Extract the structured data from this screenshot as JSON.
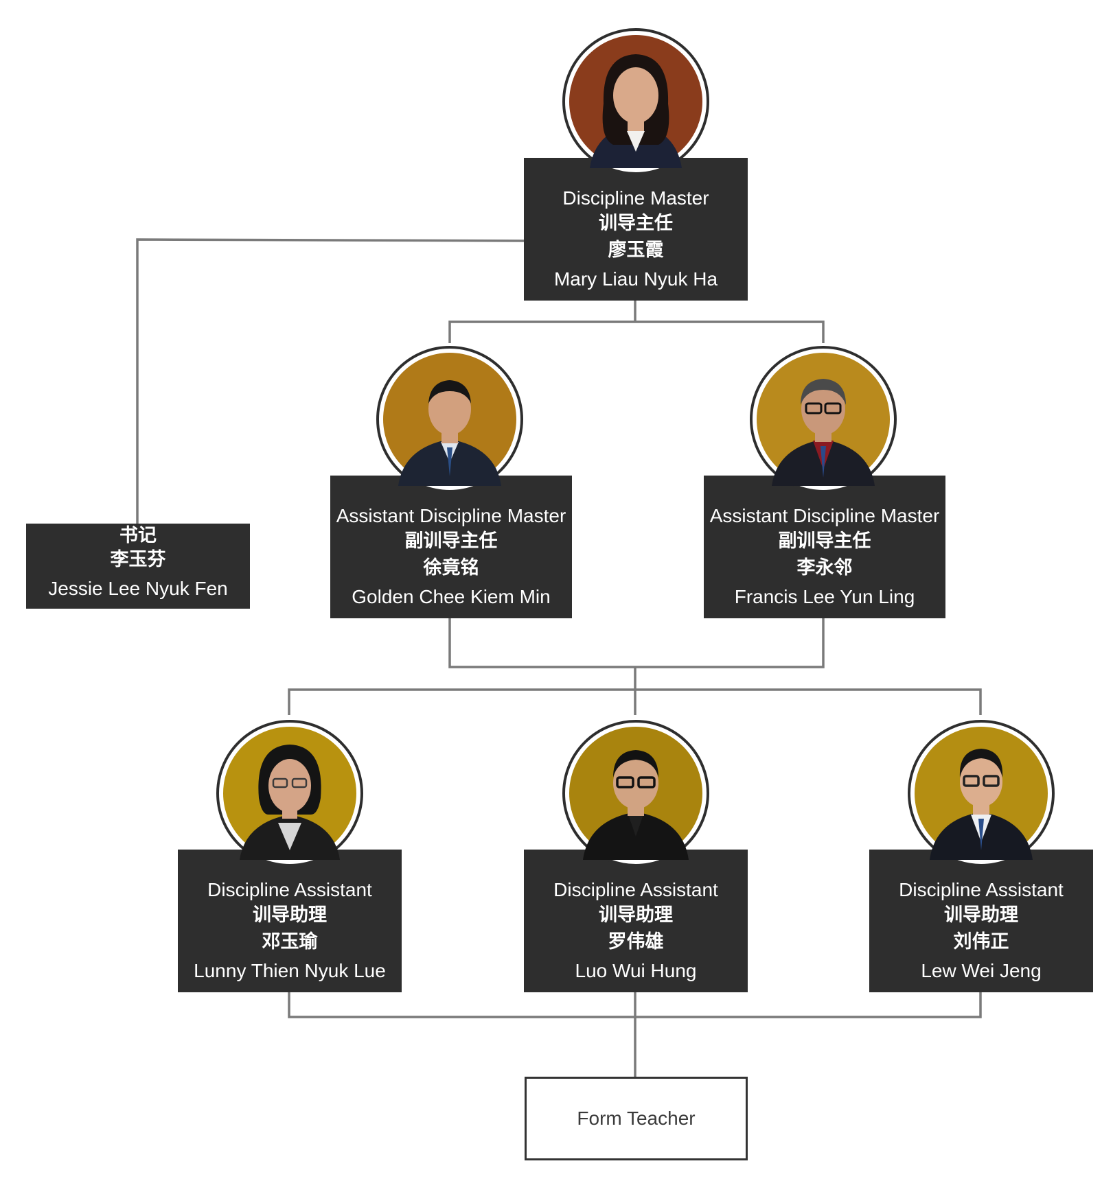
{
  "chart": {
    "root": {
      "role": "Discipline Master",
      "role_cn": "训导主任",
      "name_cn": "廖玉霞",
      "name_en": "Mary Liau Nyuk Ha",
      "photo_bg": "#8a3c1c"
    },
    "secretary": {
      "role_cn": "书记",
      "name_cn": "李玉芬",
      "name_en": "Jessie Lee Nyuk Fen"
    },
    "assistants_master": [
      {
        "role": "Assistant Discipline Master",
        "role_cn": "副训导主任",
        "name_cn": "徐竟铭",
        "name_en": "Golden Chee Kiem Min",
        "photo_bg": "#b07a18"
      },
      {
        "role": "Assistant Discipline Master",
        "role_cn": "副训导主任",
        "name_cn": "李永邻",
        "name_en": "Francis Lee Yun Ling",
        "photo_bg": "#b98a1d"
      }
    ],
    "discipline_assistants": [
      {
        "role": "Discipline Assistant",
        "role_cn": "训导助理",
        "name_cn": "邓玉瑜",
        "name_en": "Lunny Thien Nyuk Lue",
        "photo_bg": "#b8920f"
      },
      {
        "role": "Discipline Assistant",
        "role_cn": "训导助理",
        "name_cn": "罗伟雄",
        "name_en": "Luo Wui Hung",
        "photo_bg": "#a9840e"
      },
      {
        "role": "Discipline Assistant",
        "role_cn": "训导助理",
        "name_cn": "刘伟正",
        "name_en": "Lew Wei Jeng",
        "photo_bg": "#b48e12"
      }
    ],
    "form_teacher": {
      "label": "Form Teacher"
    }
  },
  "colors": {
    "card_bg": "#2e2e2e",
    "card_text": "#ffffff",
    "connector": "#7a7a7a",
    "outline_box_border": "#333333",
    "outline_box_text": "#3a3a3a"
  }
}
